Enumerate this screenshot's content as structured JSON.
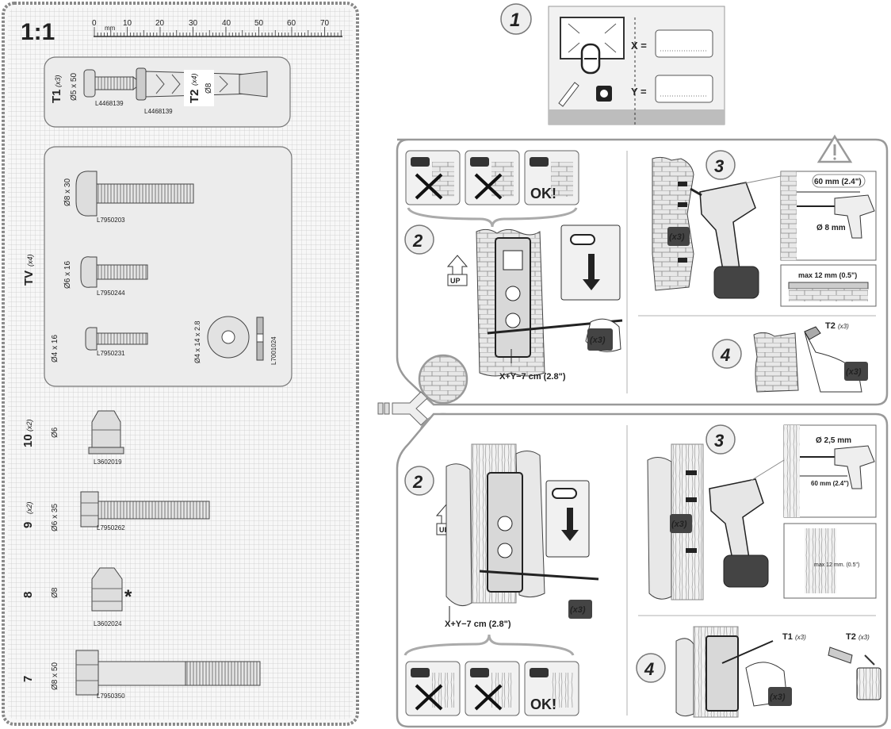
{
  "scale": {
    "title": "1:1",
    "unit": "mm",
    "ticks": [
      "0",
      "10",
      "20",
      "30",
      "40",
      "50",
      "60",
      "70"
    ]
  },
  "hardware": {
    "t1": {
      "label": "T1",
      "qty": "(x3)",
      "size": "Ø5 x 50",
      "code": "L4468139"
    },
    "t2": {
      "label": "T2",
      "qty": "(x4)",
      "size": "Ø8",
      "code": "L4468139"
    },
    "tv": {
      "label": "TV",
      "qty": "(x4)",
      "screws": [
        {
          "size": "Ø8 x 30",
          "code": "L7950203"
        },
        {
          "size": "Ø6 x 16",
          "code": "L7950244"
        },
        {
          "size": "Ø4 x 16",
          "code": "L7950231"
        }
      ],
      "washer": {
        "size": "Ø4 x 14 x 2.8",
        "code": "L7001024"
      }
    },
    "p10": {
      "label": "10",
      "qty": "(x2)",
      "size": "Ø6",
      "code": "L3602019"
    },
    "p9": {
      "label": "9",
      "qty": "(x2)",
      "size": "Ø6 x 35",
      "code": "L7950262"
    },
    "p8": {
      "label": "8",
      "size": "Ø8",
      "code": "L3602024",
      "mark": "*"
    },
    "p7": {
      "label": "7",
      "size": "Ø8 x 50",
      "code": "L7950350"
    }
  },
  "step1": {
    "num": "1",
    "x_label": "X =",
    "y_label": "Y ="
  },
  "masonry": {
    "step2": "2",
    "up": "UP",
    "qty": "(x3)",
    "ok": "OK!",
    "formula": "X+Y−7 cm (2.8\")",
    "step3": "3",
    "depth": "60 mm (2.4\")",
    "drill": "Ø 8 mm",
    "max": "max 12 mm (0.5\")",
    "step4": "4",
    "t2": "T2",
    "t2_qty": "(x3)"
  },
  "wood": {
    "step2": "2",
    "up": "UP",
    "qty": "(x3)",
    "ok": "OK!",
    "formula": "X+Y−7 cm (2.8\")",
    "step3": "3",
    "drill": "Ø 2,5 mm",
    "depth": "60 mm (2.4\")",
    "max": "max 12 mm. (0.5\")",
    "step4": "4",
    "t1": "T1",
    "t1_qty": "(x3)",
    "t2": "T2",
    "t2_qty": "(x3)"
  },
  "icons": [
    "warning-triangle-icon",
    "drill-icon",
    "tape-measure-icon",
    "pencil-icon",
    "spirit-level-icon",
    "arrow-icon"
  ]
}
